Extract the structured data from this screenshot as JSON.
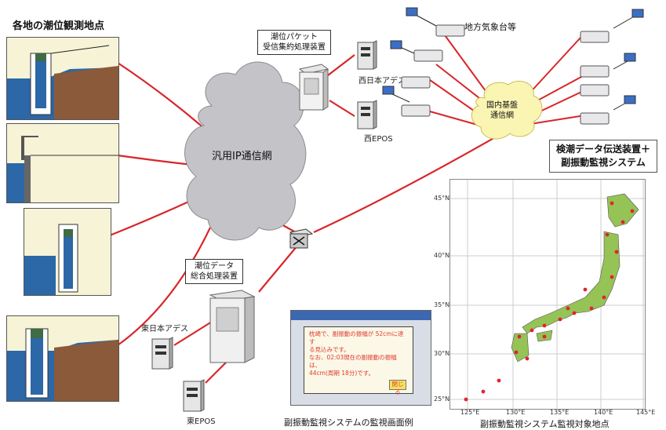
{
  "title_stations": "各地の潮位観測地点",
  "cloud_ip": "汎用IP通信網",
  "cloud_domestic": "国内基盤\n通信網",
  "box_packet": "潮位パケット\n受信集約処理装置",
  "box_tide_total": "潮位データ\n総合処理装置",
  "box_transmit": "検潮データ伝送装置＋\n副振動監視システム",
  "lbl_west_ades": "西日本アデス",
  "lbl_west_epos": "西EPOS",
  "lbl_east_ades": "東日本アデス",
  "lbl_east_epos": "東EPOS",
  "lbl_local_met": "地方気象台等",
  "caption_screen": "副振動監視システムの監視画面例",
  "caption_map": "副振動監視システム監視対象地点",
  "screen_msg": [
    "枕崎で、副振動の振幅が 52cmに達す",
    "る見込みです。",
    "なお、02:03現在の副振動の振幅は、",
    "44cm(周期 18分)です。"
  ],
  "screen_button": "閉じる",
  "map_lat_ticks": [
    "45°N",
    "40°N",
    "35°N",
    "30°N",
    "25°N"
  ],
  "map_lon_ticks": [
    "125°E",
    "130°E",
    "135°E",
    "140°E",
    "145°E"
  ],
  "colors": {
    "link_red": "#d8262a",
    "cloud_gray": "#c4c4c8",
    "cloud_yellow": "#fbf5b3",
    "land_green": "#95c356",
    "sea_blue": "#2c67a8"
  }
}
